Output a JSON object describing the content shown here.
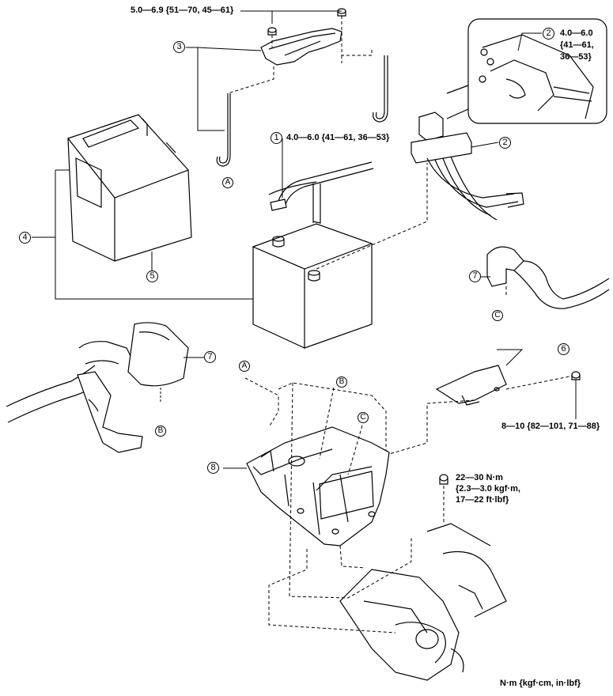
{
  "callouts": {
    "c1": "1",
    "c2a": "2",
    "c2b": "2",
    "c3": "3",
    "c4": "4",
    "c5": "5",
    "c6": "6",
    "c7a": "7",
    "c7b": "7",
    "c8": "8"
  },
  "letters": {
    "A_top": "A",
    "A_hook": "A",
    "B_clamp": "B",
    "B_tray": "B",
    "C_clamp": "C",
    "C_tray": "C"
  },
  "torques": {
    "t_top": "5.0—6.9 {51—70, 45—61}",
    "t1": "4.0—6.0 {41—61, 36—53}",
    "t2_l1": "4.0—6.0",
    "t2_l2": "{41—61,",
    "t2_l3": "36—53}",
    "t6": "8—10 {82—101, 71—88}",
    "t8_l1": "22—30 N·m",
    "t8_l2": "{2.3—3.0 kgf·m,",
    "t8_l3": "17—22 ft·lbf}"
  },
  "units": "N·m {kgf·cm, in·lbf}",
  "colors": {
    "line": "#000000",
    "background": "#ffffff"
  }
}
